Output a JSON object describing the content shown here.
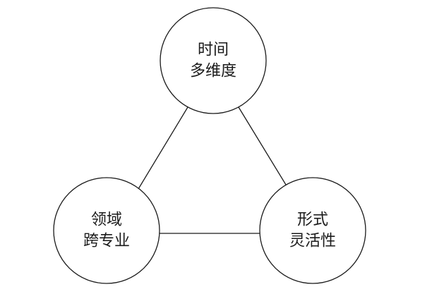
{
  "nodes": {
    "top": {
      "line1": "时间",
      "line2": "多维度"
    },
    "left": {
      "line1": "领域",
      "line2": "跨专业"
    },
    "right": {
      "line1": "形式",
      "line2": "灵活性"
    }
  },
  "colors": {
    "stroke": "#1a1a1a",
    "fill": "#ffffff"
  }
}
